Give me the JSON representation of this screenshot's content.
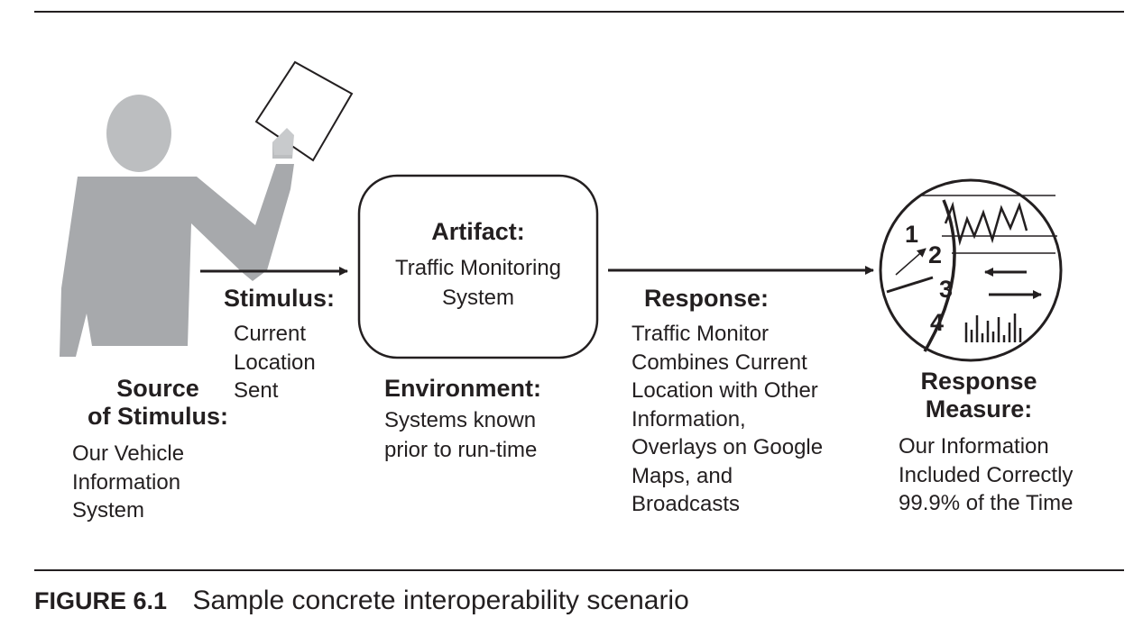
{
  "source": {
    "heading_line1": "Source",
    "heading_line2": "of Stimulus:",
    "text": "Our Vehicle\nInformation\nSystem"
  },
  "stimulus": {
    "heading": "Stimulus:",
    "text": "Current\nLocation\nSent"
  },
  "artifact": {
    "heading": "Artifact:",
    "text": "Traffic Monitoring\nSystem"
  },
  "environment": {
    "heading": "Environment:",
    "text": "Systems known\nprior to run-time"
  },
  "response": {
    "heading": "Response:",
    "text": "Traffic Monitor\nCombines Current\nLocation with Other\nInformation,\nOverlays on Google\nMaps, and\nBroadcasts"
  },
  "response_measure": {
    "heading_line1": "Response",
    "heading_line2": "Measure:",
    "text": "Our Information\nIncluded Correctly\n99.9% of the Time",
    "gauge_numbers": [
      "1",
      "2",
      "3",
      "4"
    ]
  },
  "figure": {
    "label": "FIGURE 6.1",
    "caption": "Sample concrete interoperability scenario"
  },
  "colors": {
    "ink": "#231f20",
    "figure_gray": "#a7a9ac",
    "head_gray": "#bcbec0"
  }
}
